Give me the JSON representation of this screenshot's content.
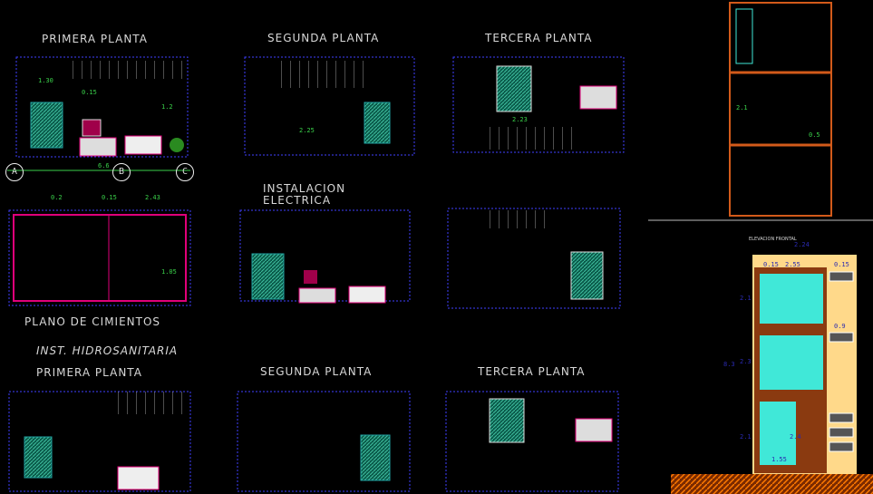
{
  "titles": {
    "primera_planta": "PRIMERA PLANTA",
    "segunda_planta": "SEGUNDA PLANTA",
    "tercera_planta": "TERCERA PLANTA",
    "instalacion_electrica": "INSTALACION\nELECTRICA",
    "plano_cimientos": "PLANO DE CIMIENTOS",
    "inst_hidrosanitaria": "INST. HIDROSANITARIA",
    "hidro_primera": "PRIMERA PLANTA",
    "hidro_segunda": "SEGUNDA PLANTA",
    "hidro_tercera": "TERCERA PLANTA",
    "elevacion_frontal": "ELEVACION FRONTAL"
  },
  "axes": [
    "A",
    "B",
    "C"
  ],
  "dimensions": {
    "p1_stair": "1.30",
    "p1_small": "0.15",
    "p1_total": "6.6",
    "p1_door": "1.2",
    "cim_a": "0.2",
    "cim_b": "0.15",
    "cim_c": "2.43",
    "cim_d": "1.05",
    "elev_width": "2.24",
    "elev_left": "0.15",
    "elev_mid": "2.55",
    "elev_right": "0.15",
    "elev_win": "0.9",
    "elev_height": "8.3",
    "elev_floor1": "2.1",
    "elev_floor2": "2.3",
    "elev_floor3": "2.1",
    "elev_door": "1.55",
    "elev_door_h": "2.4",
    "sec_a": "0.5",
    "sec_b": "2.1",
    "p3_a": "2.23",
    "p2_a": "2.25"
  },
  "colors": {
    "wall_border": "#4040ff",
    "dimension": "#3ad14a",
    "accent": "#e0007a",
    "facade": "#ffd98a",
    "glass": "#40e8d8"
  }
}
